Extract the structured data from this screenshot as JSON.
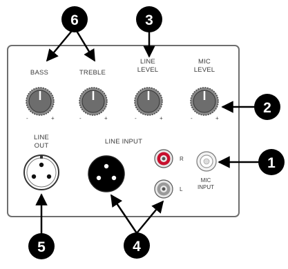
{
  "panel": {
    "knobs": [
      {
        "id": "bass",
        "label_lines": [
          "BASS"
        ]
      },
      {
        "id": "treble",
        "label_lines": [
          "TREBLE"
        ]
      },
      {
        "id": "line-level",
        "label_lines": [
          "LINE",
          "LEVEL"
        ]
      },
      {
        "id": "mic-level",
        "label_lines": [
          "MIC",
          "LEVEL"
        ]
      }
    ],
    "line_out": {
      "label_lines": [
        "LINE",
        "OUT"
      ]
    },
    "line_input": {
      "label": "LINE INPUT",
      "r_label": "R",
      "l_label": "L"
    },
    "mic_input": {
      "label_lines": [
        "MIC",
        "INPUT"
      ]
    }
  },
  "callouts": [
    {
      "id": "1",
      "number": "1"
    },
    {
      "id": "2",
      "number": "2"
    },
    {
      "id": "3",
      "number": "3"
    },
    {
      "id": "4",
      "number": "4"
    },
    {
      "id": "5",
      "number": "5"
    },
    {
      "id": "6",
      "number": "6"
    }
  ],
  "colors": {
    "panel_border": "#6e6e6e",
    "knob_body": "#7a7a7a",
    "callout_fill": "#000000",
    "rca_red": "#c8102e",
    "rca_grey": "#9a9a9a"
  },
  "icons": {
    "knob": "rotary-knob-icon",
    "xlr_out": "xlr-connector-icon",
    "xlr_in": "xlr-connector-icon",
    "rca": "rca-jack-icon",
    "callout": "numbered-callout-icon"
  }
}
